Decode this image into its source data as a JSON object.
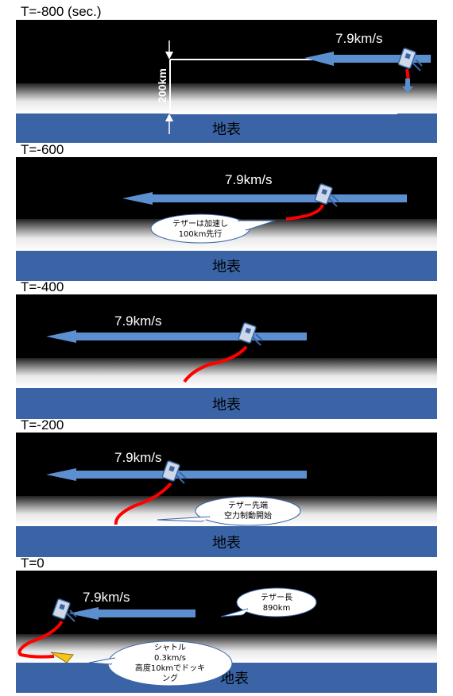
{
  "panels": [
    {
      "time": "T=-800 (sec.)",
      "speed": "7.9km/s",
      "ground": "地表",
      "altitude": "200km"
    },
    {
      "time": "T=-600",
      "speed": "7.9km/s",
      "ground": "地表",
      "callout": [
        "テザーは加速し",
        "100km先行"
      ]
    },
    {
      "time": "T=-400",
      "speed": "7.9km/s",
      "ground": "地表"
    },
    {
      "time": "T=-200",
      "speed": "7.9km/s",
      "ground": "地表",
      "callout": [
        "テザー先端",
        "空力制動開始"
      ]
    },
    {
      "time": "T=0",
      "speed": "7.9km/s",
      "ground": "地表",
      "callout_tether": [
        "テザー長",
        "890km"
      ],
      "callout_shuttle": [
        "シャトル",
        "0.3km/s",
        "高度10kmでドッキ",
        "ング"
      ]
    }
  ],
  "colors": {
    "space": "#000000",
    "ground": "#3a64a6",
    "arrow": "#5b8fd0",
    "tether": "#ff0000",
    "shuttle": "#f5c518"
  }
}
